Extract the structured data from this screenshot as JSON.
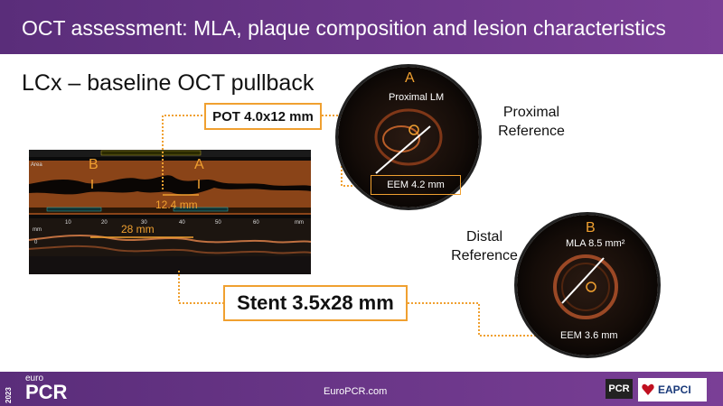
{
  "header": {
    "title": "OCT assessment: MLA, plaque composition and lesion characteristics"
  },
  "subtitle": "LCx – baseline OCT pullback",
  "boxes": {
    "pot": "POT 4.0x12 mm",
    "stent": "Stent 3.5x28 mm"
  },
  "references": {
    "proximal": "Proximal Reference",
    "distal": "Distal Reference"
  },
  "oct_a": {
    "letter": "A",
    "location": "Proximal LM",
    "eem": "EEM 4.2 mm"
  },
  "oct_b": {
    "letter": "B",
    "mla": "MLA 8.5 mm²",
    "eem": "EEM 3.6 mm"
  },
  "pullback": {
    "letter_a": "A",
    "letter_b": "B",
    "segment_length": "12.4 mm",
    "lesion_length": "28 mm",
    "area_label": "Area",
    "axis_ticks": [
      "10",
      "20",
      "30",
      "40",
      "50",
      "60"
    ],
    "axis_unit": "mm",
    "zero_label": "0"
  },
  "footer": {
    "url": "EuroPCR.com",
    "logo_year": "2023",
    "logo_euro": "euro",
    "logo_pcr": "PCR",
    "badge_pcr": "PCR",
    "badge_eapci": "EAPCI"
  },
  "colors": {
    "accent": "#f0a030",
    "header": "#6a3588"
  }
}
